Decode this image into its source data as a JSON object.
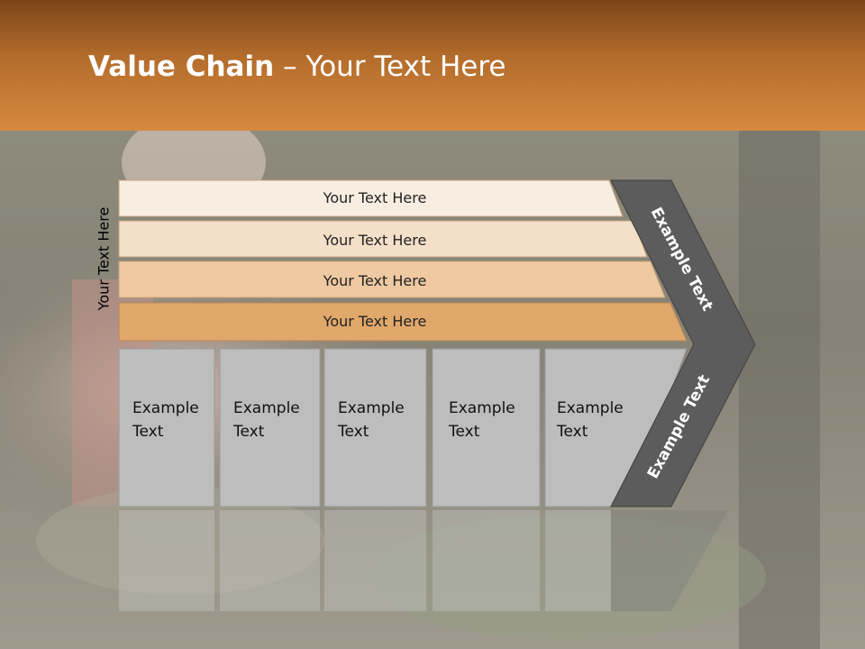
{
  "slide": {
    "title_bold": "Value Chain",
    "title_rest": " – Your Text Here",
    "side_label": "Your Text Here"
  },
  "bands": [
    {
      "label": "Your Text Here",
      "color": "#f7ede1"
    },
    {
      "label": "Your Text Here",
      "color": "#f4dfc8"
    },
    {
      "label": "Your Text Here",
      "color": "#efc9a2"
    },
    {
      "label": "Your Text Here",
      "color": "#e1a86c"
    }
  ],
  "boxes": [
    {
      "line1": "Example",
      "line2": "Text"
    },
    {
      "line1": "Example",
      "line2": "Text"
    },
    {
      "line1": "Example",
      "line2": "Text"
    },
    {
      "line1": "Example",
      "line2": "Text"
    },
    {
      "line1": "Example",
      "line2": "Text"
    }
  ],
  "chevron": {
    "top_label": "Example Text",
    "bottom_label": "Example Text",
    "color": "#5c5c5c"
  },
  "colors": {
    "header_accent": "#c9803a",
    "box_fill": "#bdbdbd"
  }
}
